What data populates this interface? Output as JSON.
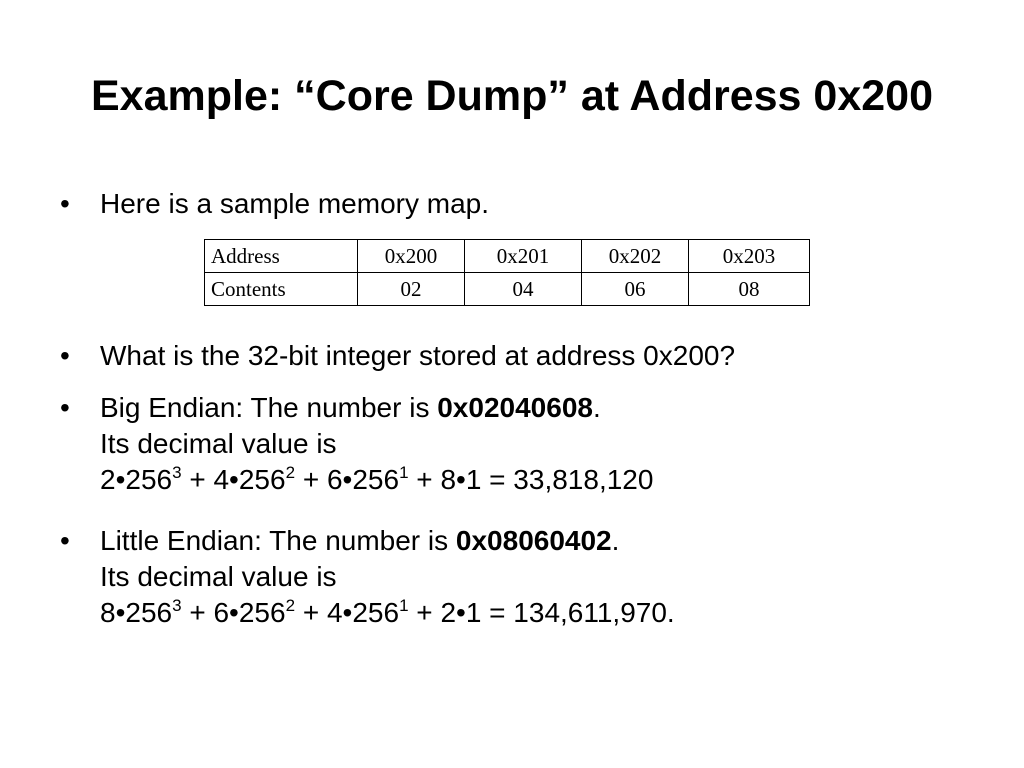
{
  "title": "Example: “Core Dump” at Address 0x200",
  "bullet_char": "•",
  "bullet1": {
    "text": "Here is a sample memory map."
  },
  "memory_table": {
    "row1": {
      "label": "Address",
      "cells": [
        "0x200",
        "0x201",
        "0x202",
        "0x203"
      ]
    },
    "row2": {
      "label": "Contents",
      "cells": [
        "02",
        "04",
        "06",
        "08"
      ]
    }
  },
  "bullet2": {
    "text": "What is the 32-bit integer stored at address 0x200?"
  },
  "bullet3": {
    "line1_prefix": "Big Endian:  The number is ",
    "number": "0x02040608",
    "line1_suffix": ".",
    "line2": "Its decimal value is",
    "eq": {
      "t1": "2•256",
      "e1": "3",
      "t2": " + 4•256",
      "e2": "2",
      "t3": " + 6•256",
      "e3": "1",
      "t4": " + 8•1 = 33,818,120"
    }
  },
  "bullet4": {
    "line1_prefix": "Little Endian:  The number is ",
    "number": "0x08060402",
    "line1_suffix": ".",
    "line2": "Its decimal value is",
    "eq": {
      "t1": "8•256",
      "e1": "3",
      "t2": " + 6•256",
      "e2": "2",
      "t3": " + 4•256",
      "e3": "1",
      "t4": " + 2•1 = 134,611,970."
    }
  }
}
